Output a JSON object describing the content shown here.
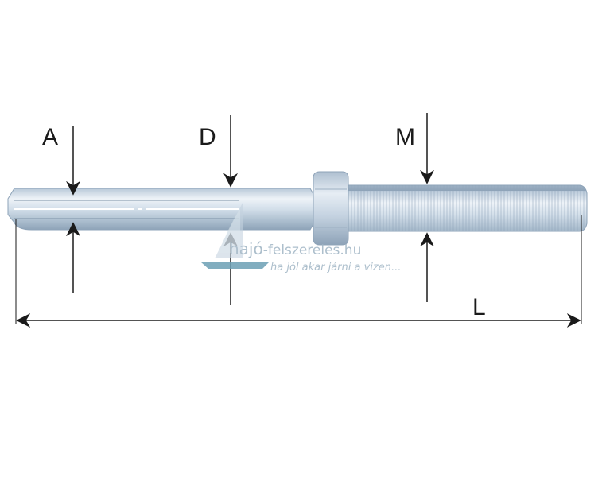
{
  "diagram": {
    "labels": {
      "a": "A",
      "d": "D",
      "m": "M",
      "l": "L"
    },
    "colors": {
      "steel_light": "#eef3f8",
      "steel_mid": "#c8d6e4",
      "steel_dark": "#93a8bd",
      "line": "#1a1a1a",
      "watermark": "#9fb4c4"
    }
  },
  "watermark": {
    "brand_prefix": "hajó",
    "brand_suffix": "-felszereles.hu",
    "tagline": "ha jól akar járni a vizen..."
  }
}
